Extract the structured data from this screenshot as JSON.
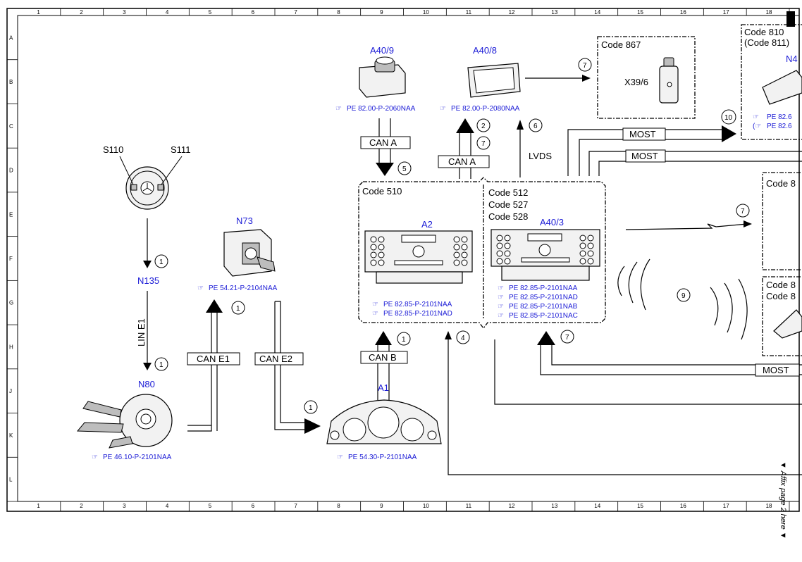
{
  "grid": {
    "cols": [
      "1",
      "2",
      "3",
      "4",
      "5",
      "6",
      "7",
      "8",
      "9",
      "10",
      "11",
      "12",
      "13",
      "14",
      "15",
      "16",
      "17",
      "18"
    ],
    "rows": [
      "A",
      "B",
      "C",
      "D",
      "E",
      "F",
      "G",
      "H",
      "J",
      "K",
      "L"
    ]
  },
  "components": {
    "s110": "S110",
    "s111": "S111",
    "n135": "N135",
    "n80": "N80",
    "n73": "N73",
    "a1": "A1",
    "a40_9": "A40/9",
    "a40_8": "A40/8",
    "a2": "A2",
    "a40_3": "A40/3",
    "x39_6": "X39/6",
    "n4x_partial": "N4"
  },
  "refs": {
    "n80": "PE 46.10-P-2101NAA",
    "n73": "PE 54.21-P-2104NAA",
    "a1": "PE 54.30-P-2101NAA",
    "a40_9": "PE 82.00-P-2060NAA",
    "a40_8": "PE 82.00-P-2080NAA",
    "a2": [
      "PE 82.85-P-2101NAA",
      "PE 82.85-P-2101NAD"
    ],
    "a40_3": [
      "PE 82.85-P-2101NAA",
      "PE 82.85-P-2101NAD",
      "PE 82.85-P-2101NAB",
      "PE 82.85-P-2101NAC"
    ],
    "right": [
      "PE 82.6",
      "PE 82.6"
    ]
  },
  "codes": {
    "c510": "Code 510",
    "c512": "Code 512",
    "c527": "Code 527",
    "c528": "Code 528",
    "c867": "Code 867",
    "c810": "Code 810",
    "c811": "(Code 811)",
    "c8_e": "Code 8",
    "c8_g1": "Code 8",
    "c8_g2": "Code 8"
  },
  "buses": {
    "lin_e1": "LIN E1",
    "can_e1": "CAN E1",
    "can_e2": "CAN E2",
    "can_b": "CAN B",
    "can_a_down": "CAN A",
    "can_a_up": "CAN A",
    "lvds": "LVDS",
    "most1": "MOST",
    "most2": "MOST",
    "most3": "MOST"
  },
  "circle_numbers": {
    "n1a": "1",
    "n1b": "1",
    "n1c": "1",
    "n1d": "1",
    "n1e": "1",
    "n2": "2",
    "n4": "4",
    "n5": "5",
    "n6": "6",
    "n7a": "7",
    "n7b": "7",
    "n7c": "7",
    "n7d": "7",
    "n9": "9",
    "n10": "10"
  },
  "margin_note": "▼ Affix page 2 here ▼"
}
